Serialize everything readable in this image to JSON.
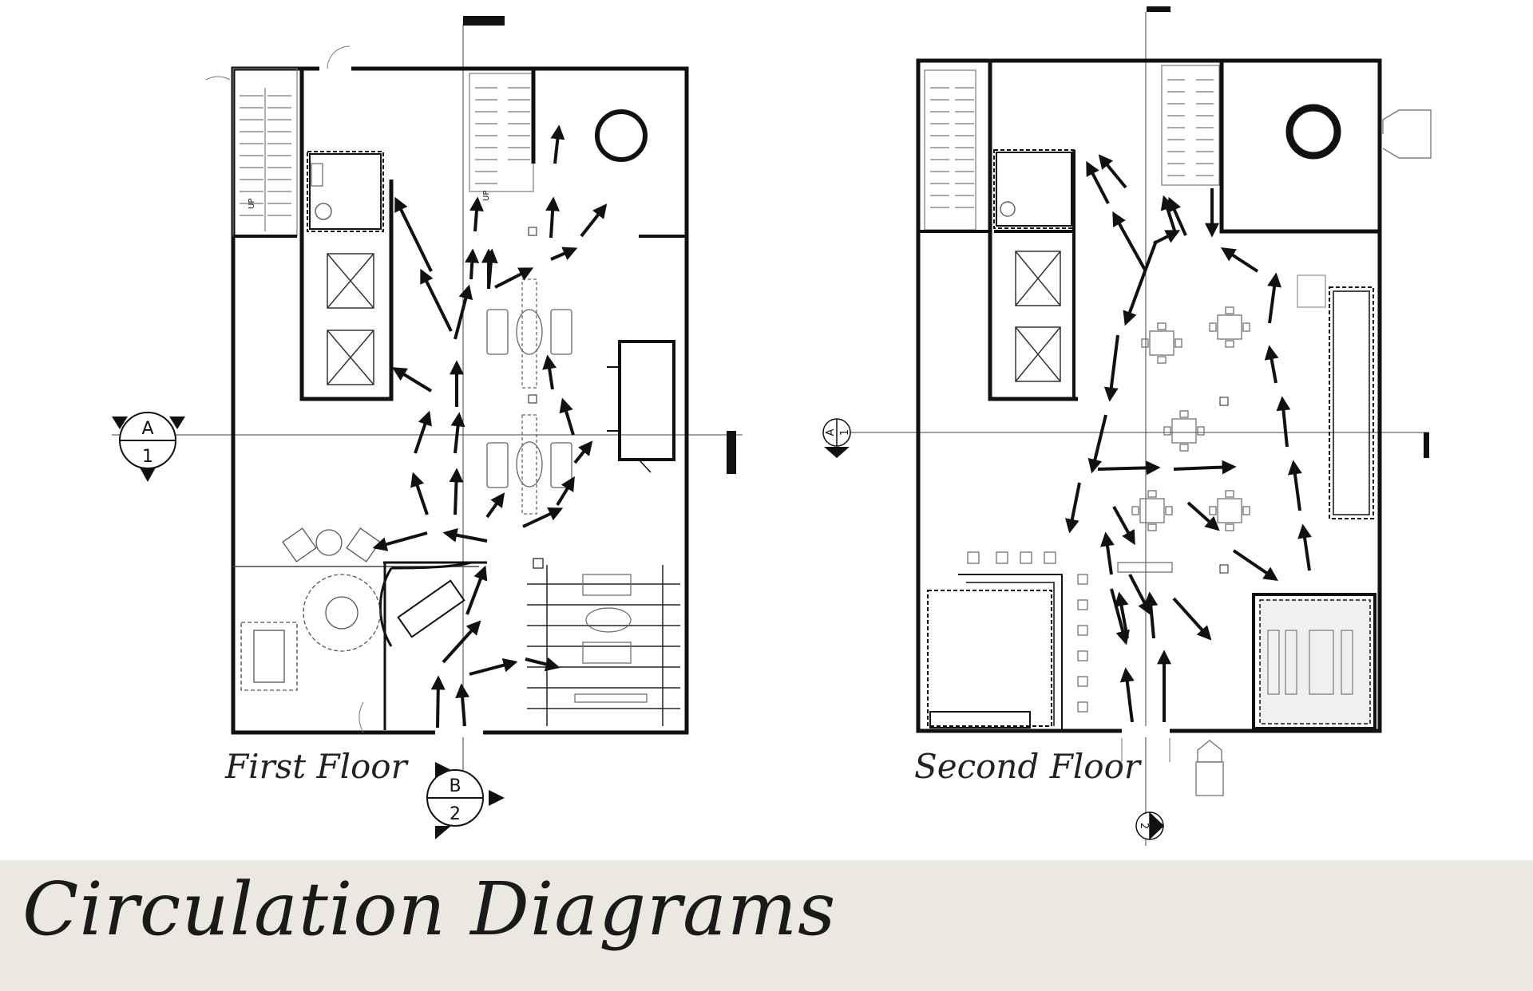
{
  "title": "Circulation Diagrams",
  "floors": [
    {
      "label": "First Floor",
      "up_label": "UP"
    },
    {
      "label": "Second Floor"
    }
  ],
  "section_markers": {
    "a_letter": "A",
    "a_number": "1",
    "b_letter": "B",
    "b_number": "2"
  },
  "colors": {
    "line": "#111111",
    "background_band": "#ebe8e2",
    "furniture": "#555555"
  }
}
